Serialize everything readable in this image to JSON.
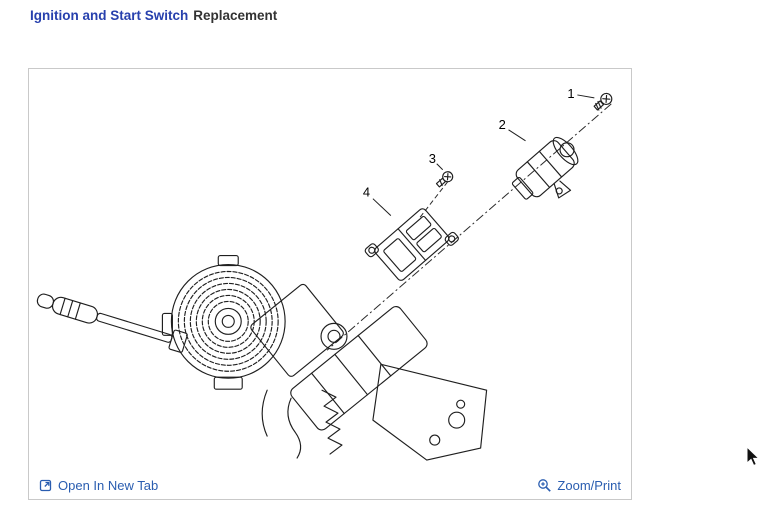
{
  "header": {
    "title_link": "Ignition and Start Switch",
    "title_suffix": "Replacement"
  },
  "diagram": {
    "callouts": [
      "1",
      "2",
      "3",
      "4"
    ]
  },
  "footer": {
    "open_in_new_tab": "Open In New Tab",
    "zoom_print": "Zoom/Print"
  },
  "colors": {
    "heading_link": "#2740ad",
    "footer_link": "#2a5db0",
    "panel_border": "#c9c9c9",
    "line_art": "#1f1f1f"
  }
}
